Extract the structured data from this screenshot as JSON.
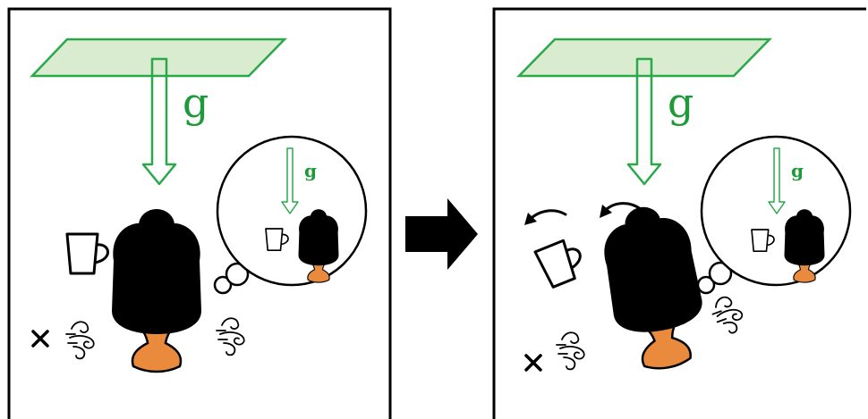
{
  "panels": [
    {
      "gravity_label": "g",
      "bubble_gravity_label": "g",
      "state": "upright"
    },
    {
      "gravity_label": "g",
      "bubble_gravity_label": "g",
      "state": "tilted"
    }
  ],
  "icons": {
    "arrow": "right-arrow-icon",
    "mug": "mug-icon",
    "head": "head-icon",
    "wind": "wind-puff-icon",
    "cross": "cross-icon",
    "rotate": "rotate-arrow-icon"
  },
  "colors": {
    "gravity_green": "#2aa84a",
    "plate_fill": "#d9ecd0",
    "skin": "#e98a3c",
    "outline": "#000000"
  }
}
